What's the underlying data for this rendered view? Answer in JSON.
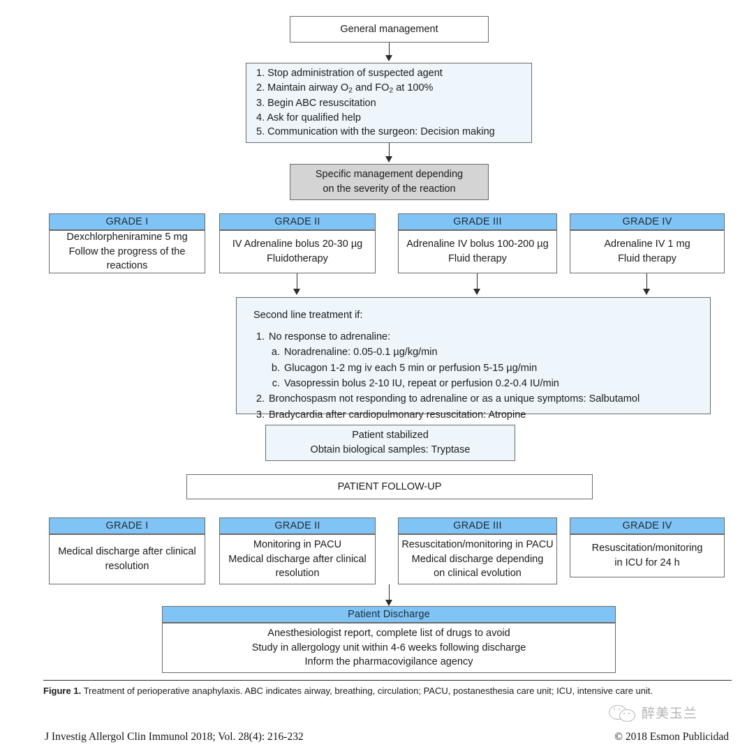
{
  "figure": {
    "caption_label": "Figure 1.",
    "caption_text": " Treatment of perioperative anaphylaxis. ABC indicates airway, breathing, circulation; PACU, postanesthesia care unit; ICU, intensive care unit."
  },
  "colors": {
    "header_blue": "#7fc4f5",
    "tint_blue": "#eef6fb",
    "gray_box": "#d4d4d4",
    "border": "#6a6a6a",
    "text": "#1a1a1a"
  },
  "flow": {
    "general_management": "General management",
    "initial_steps": [
      "1. Stop administration of suspected agent",
      "2. Maintain airway O₂ and FO₂ at 100%",
      "3. Begin ABC resuscitation",
      "4. Ask for qualified help",
      "5. Communication with the surgeon: Decision making"
    ],
    "specific_management_line1": "Specific management depending",
    "specific_management_line2": "on the severity of the reaction",
    "treatment_grades": [
      {
        "header": "GRADE I",
        "lines": [
          "Dexchlorpheniramine 5 mg",
          "Follow the progress of the reactions"
        ]
      },
      {
        "header": "GRADE II",
        "lines": [
          "IV Adrenaline bolus 20-30 µg",
          "Fluidotherapy"
        ]
      },
      {
        "header": "GRADE III",
        "lines": [
          "Adrenaline IV bolus 100-200 µg",
          "Fluid therapy"
        ]
      },
      {
        "header": "GRADE IV",
        "lines": [
          "Adrenaline IV 1 mg",
          "Fluid therapy"
        ]
      }
    ],
    "second_line": {
      "title": "Second line treatment if:",
      "items": [
        {
          "num": "1.",
          "text": "No response to adrenaline:"
        },
        {
          "num": "a.",
          "text": "Noradrenaline:  0.05-0.1 µg/kg/min",
          "sub": true
        },
        {
          "num": "b.",
          "text": "Glucagon 1-2 mg iv each 5 min or perfusion 5-15 µg/min",
          "sub": true
        },
        {
          "num": "c.",
          "text": "Vasopressin bolus 2-10 IU, repeat or perfusion 0.2-0.4 IU/min",
          "sub": true
        },
        {
          "num": "2.",
          "text": "Bronchospasm not responding to adrenaline or as a unique symptoms: Salbutamol"
        },
        {
          "num": "3.",
          "text": "Bradycardia after cardiopulmonary resuscitation: Atropine"
        }
      ]
    },
    "patient_stabilized": {
      "line1": "Patient stabilized",
      "line2": "Obtain biological samples: Tryptase"
    },
    "patient_followup": "PATIENT FOLLOW-UP",
    "followup_grades": [
      {
        "header": "GRADE I",
        "lines": [
          "Medical discharge after clinical",
          "resolution"
        ]
      },
      {
        "header": "GRADE II",
        "lines": [
          "Monitoring in PACU",
          "Medical discharge after clinical",
          "resolution"
        ]
      },
      {
        "header": "GRADE III",
        "lines": [
          "Resuscitation/monitoring in PACU",
          "Medical discharge depending",
          "on clinical evolution"
        ]
      },
      {
        "header": "GRADE IV",
        "lines": [
          "Resuscitation/monitoring",
          "in ICU for 24 h"
        ]
      }
    ],
    "patient_discharge": {
      "header": "Patient Discharge",
      "lines": [
        "Anesthesiologist report, complete list of drugs to avoid",
        "Study in allergology unit within 4-6 weeks following discharge",
        "Inform the pharmacovigilance agency"
      ]
    }
  },
  "footer": {
    "citation": "J Investig Allergol Clin Immunol 2018; Vol. 28(4): 216-232",
    "copyright": "© 2018 Esmon Publicidad"
  },
  "watermark": {
    "text": "醉美玉兰"
  }
}
